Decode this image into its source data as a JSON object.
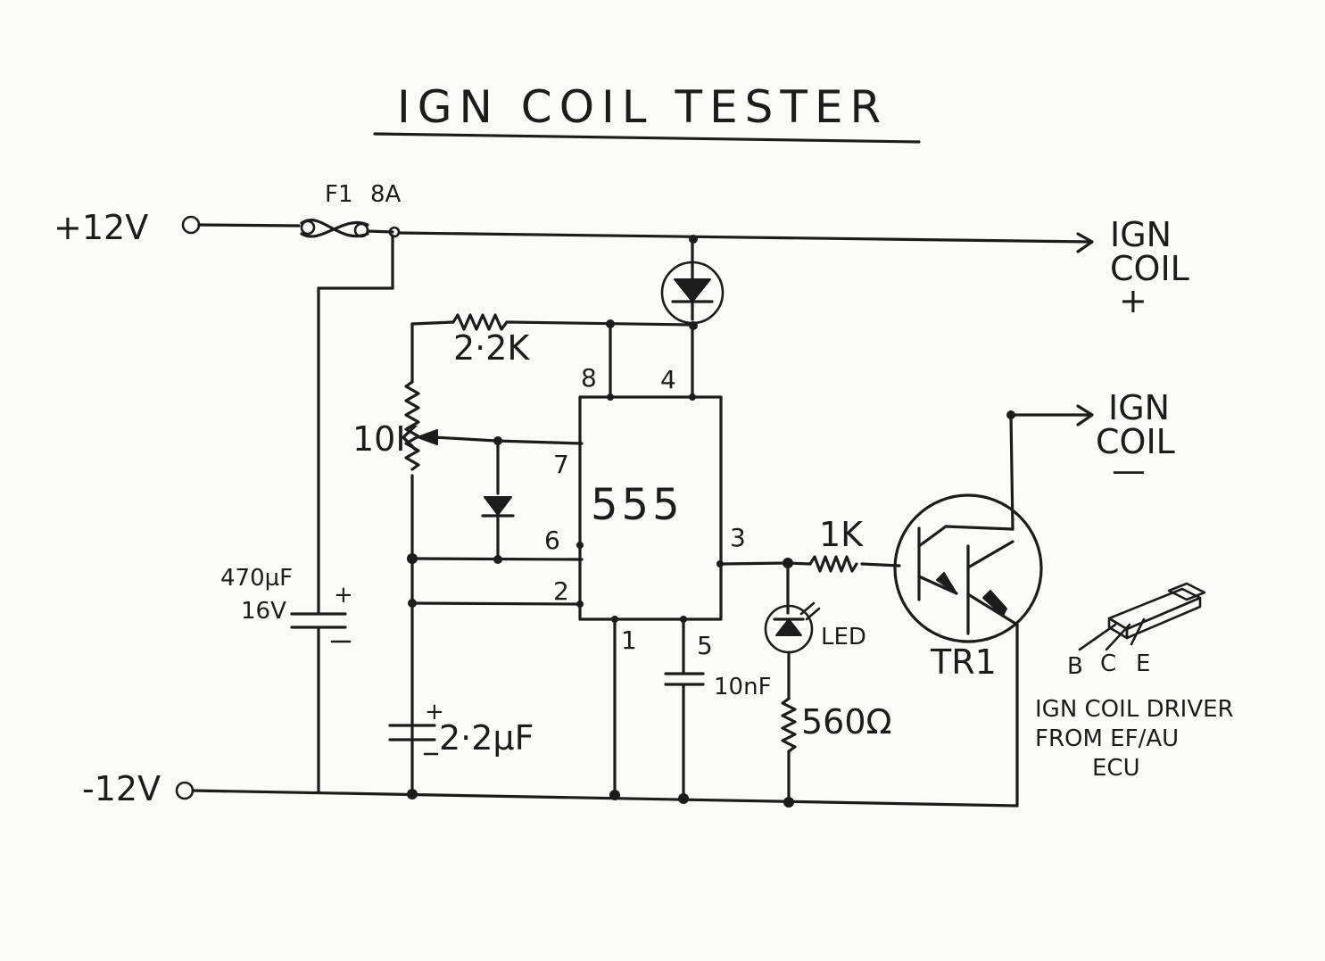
{
  "title": "IGN COIL TESTER",
  "supply": {
    "positive": "+12V",
    "negative": "-12V"
  },
  "fuse": {
    "ref": "F1",
    "rating": "8A"
  },
  "outputs": {
    "coil_positive": [
      "IGN",
      "COIL",
      "+"
    ],
    "coil_negative": [
      "IGN",
      "COIL",
      "—"
    ]
  },
  "components": {
    "resistor_timing": "2·2K",
    "potentiometer": "10K",
    "capacitor_main": [
      "470µF",
      "16V"
    ],
    "capacitor_timing": "2·2µF",
    "capacitor_control": "10nF",
    "resistor_base": "1K",
    "led_label": "LED",
    "resistor_led": "560Ω",
    "transistor": "TR1",
    "ic": "555"
  },
  "pins": {
    "p8": "8",
    "p4": "4",
    "p7": "7",
    "p6": "6",
    "p2": "2",
    "p1": "1",
    "p5": "5",
    "p3": "3"
  },
  "package": {
    "pins": [
      "B",
      "C",
      "E"
    ],
    "caption": [
      "IGN COIL DRIVER",
      "FROM EF/AU",
      "ECU"
    ]
  }
}
